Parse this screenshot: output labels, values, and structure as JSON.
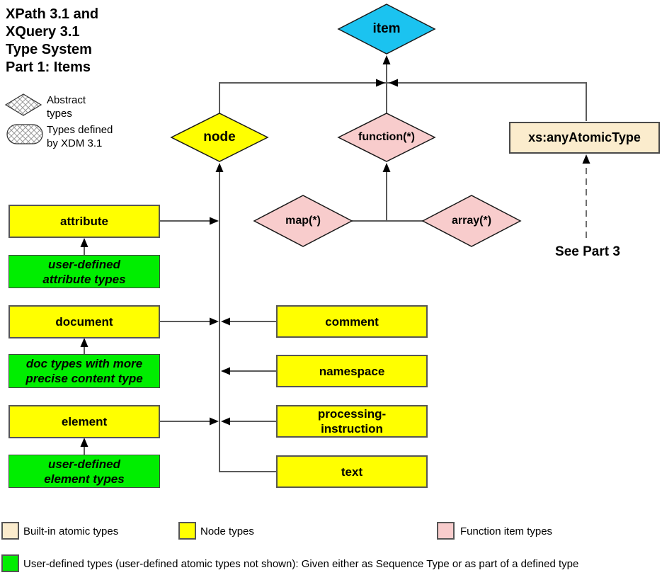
{
  "header": {
    "title_lines": [
      "XPath 3.1 and",
      "XQuery 3.1",
      "Type System",
      "Part 1: Items"
    ]
  },
  "legend_top": {
    "abstract": "Abstract types",
    "xdm": "Types defined by XDM 3.1"
  },
  "nodes": {
    "item": "item",
    "node": "node",
    "function": "function(*)",
    "map": "map(*)",
    "array": "array(*)",
    "any_atomic": "xs:anyAtomicType",
    "attribute": "attribute",
    "user_attr": "user-defined attribute types",
    "document": "document",
    "doc_types": "doc types with more precise content type",
    "element": "element",
    "user_elem": "user-defined element types",
    "comment": "comment",
    "namespace": "namespace",
    "pi": "processing-instruction",
    "text": "text",
    "see_part3": "See Part 3"
  },
  "legend_bottom": {
    "builtin": "Built-in atomic types",
    "node_types": "Node types",
    "function_types": "Function item types",
    "user_defined": "User-defined types (user-defined atomic types not shown):  Given either as Sequence Type or as part of a defined type"
  },
  "colors": {
    "item_cyan": "#1BC3F0",
    "node_yellow": "#FFFF00",
    "function_pink": "#F8CCCC",
    "atomic_beige": "#FBECCD",
    "user_green": "#00EE00",
    "line_gray": "#5a5a5a"
  }
}
